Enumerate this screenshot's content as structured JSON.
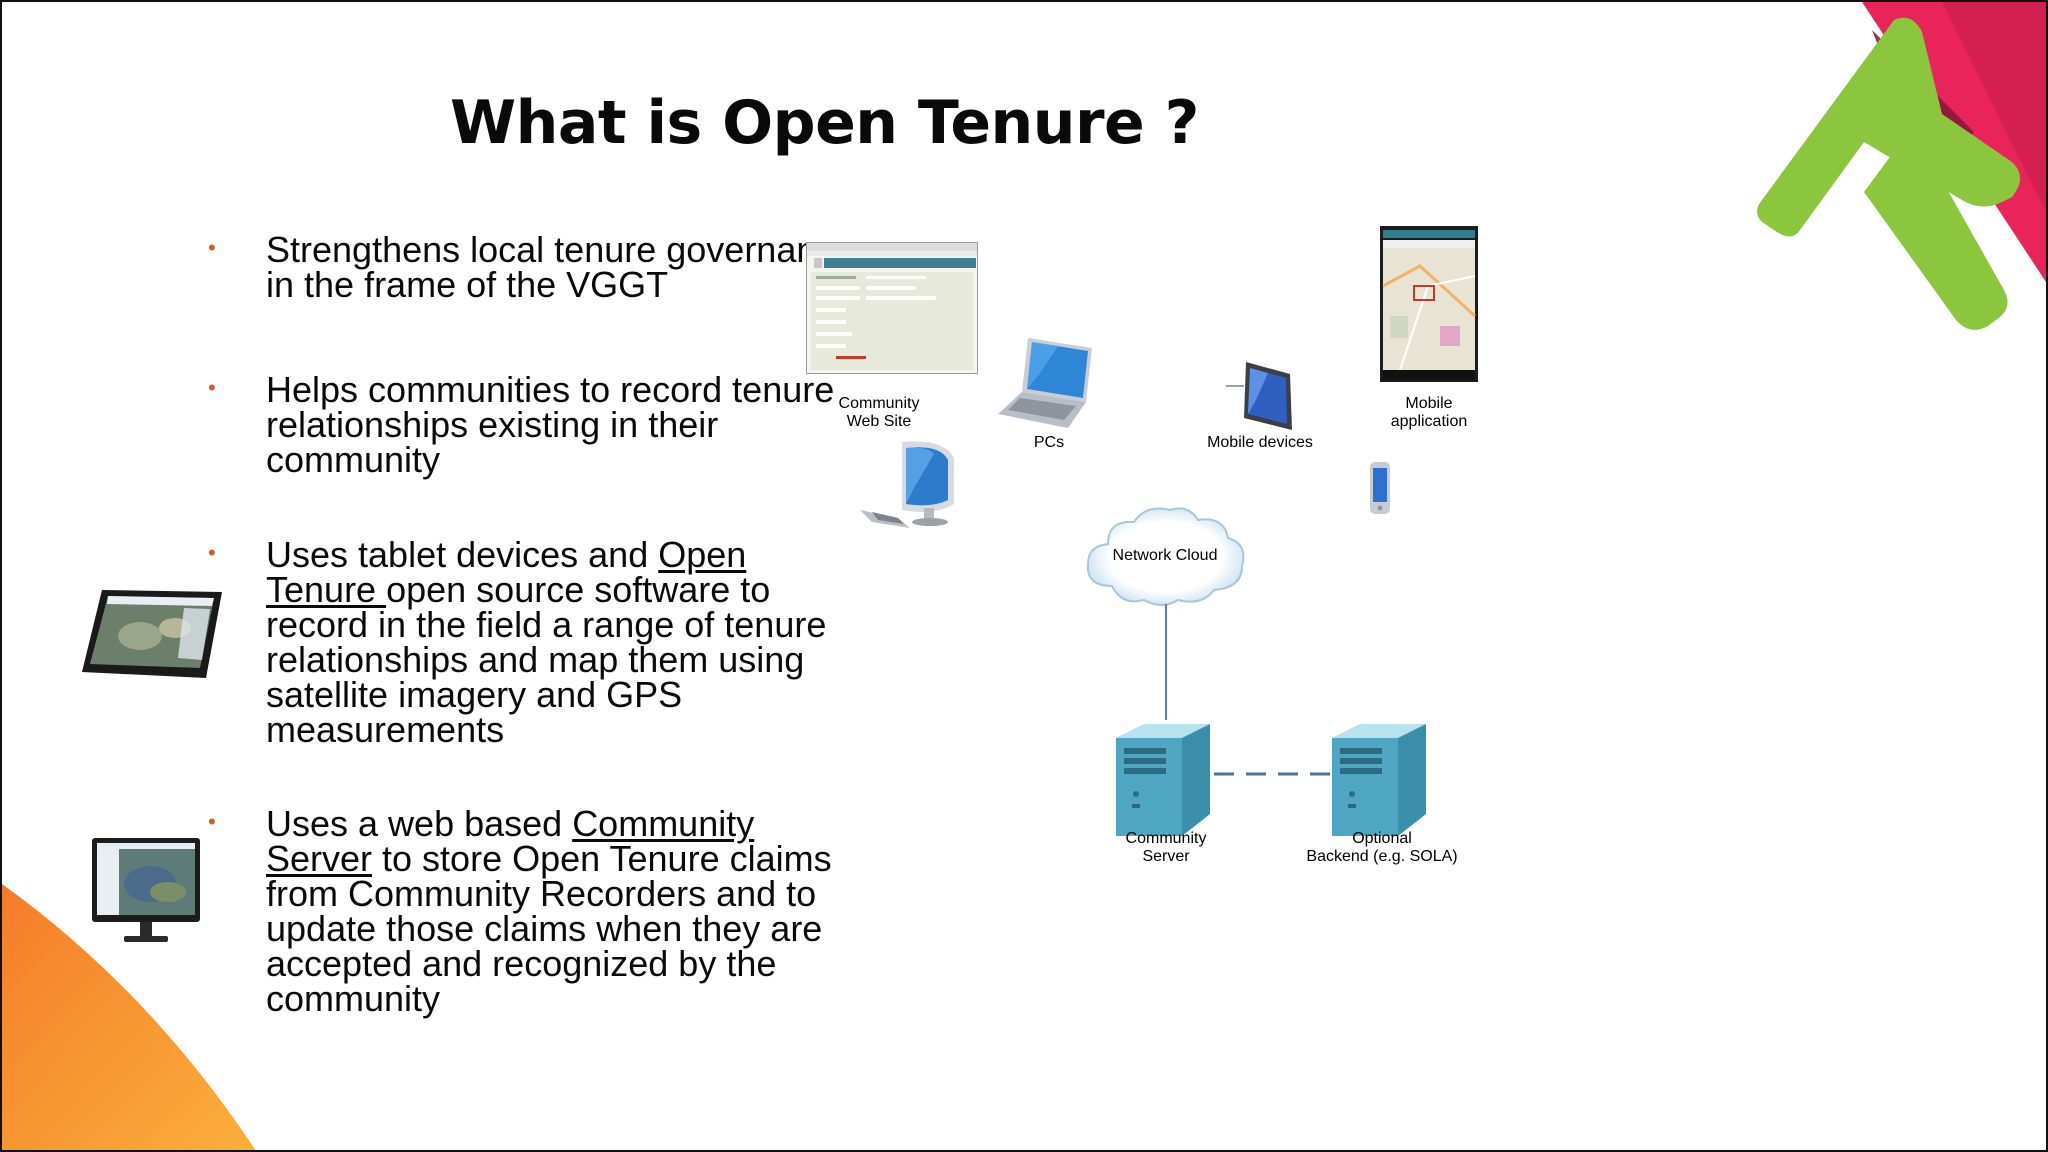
{
  "slide": {
    "title": "What is Open Tenure ?",
    "bullets": [
      {
        "text": "Strengthens local tenure governance in the frame of the VGGT"
      },
      {
        "text": "Helps communities to record tenure relationships existing in their community"
      },
      {
        "pre": "Uses tablet devices and ",
        "link": "Open Tenure ",
        "post": "open source software to record in the field a range of tenure relationships and map them using satellite imagery and GPS measurements"
      },
      {
        "pre": "Uses a web based ",
        "link": "Community Server",
        "post": " to store Open Tenure claims from Community Recorders and to update those claims when they are accepted and recognized by the community"
      }
    ]
  },
  "diagram": {
    "community_web_site": "Community\nWeb Site",
    "pcs": "PCs",
    "mobile_devices": "Mobile devices",
    "mobile_application": "Mobile\napplication",
    "network_cloud": "Network Cloud",
    "community_server": "Community\nServer",
    "optional_backend": "Optional\nBackend (e.g. SOLA)"
  },
  "colors": {
    "bullet_dot": "#d65a2a",
    "accent_green": "#8cc63f",
    "accent_red": "#e8245a",
    "accent_orange": "#f39a2b",
    "server_teal": "#5fb3c9"
  },
  "icons": [
    "tablet-icon",
    "monitor-icon",
    "laptop-icon",
    "desktop-pc-icon",
    "phone-icon",
    "cloud-icon",
    "server-icon"
  ]
}
